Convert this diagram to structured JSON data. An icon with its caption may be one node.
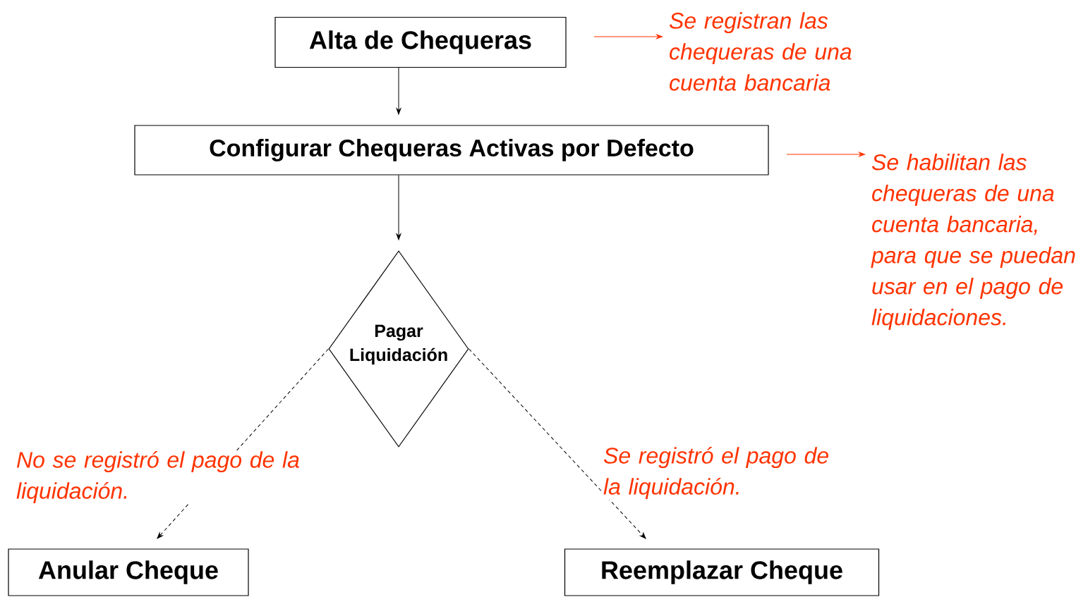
{
  "diagram": {
    "nodes": [
      {
        "text": [
          "Alta de Chequeras"
        ]
      },
      {
        "text": [
          "Se registran las chequeras de una cuenta bancaria"
        ]
      },
      {
        "text": [
          "Configurar Chequeras Activas por Defecto"
        ]
      },
      {
        "text": [
          "Se habilitan las chequeras de una cuenta bancaria, para que se puedan usar en el pago de liquidaciones."
        ]
      },
      {
        "text": [
          "Pagar Liquidación"
        ]
      },
      {
        "text": [
          "Anular Cheque"
        ]
      },
      {
        "text": [
          "Reemplazar Cheque"
        ]
      }
    ],
    "edges": [
      {
        "from": 0,
        "to": 2,
        "arrow": "to"
      },
      {
        "from": null,
        "to": 1,
        "arrow": "to",
        "color": "#ff3300"
      },
      {
        "from": 2,
        "to": 4,
        "arrow": "to"
      },
      {
        "from": null,
        "to": 3,
        "arrow": "to",
        "color": "#ff3300"
      },
      {
        "from": 4,
        "to": 5,
        "arrow": "to",
        "style": "dashed",
        "label": "No se registró el pago de la liquidación."
      },
      {
        "from": 4,
        "to": 6,
        "arrow": "to",
        "style": "dashed",
        "label": "Se registró el pago de la liquidación."
      }
    ]
  }
}
